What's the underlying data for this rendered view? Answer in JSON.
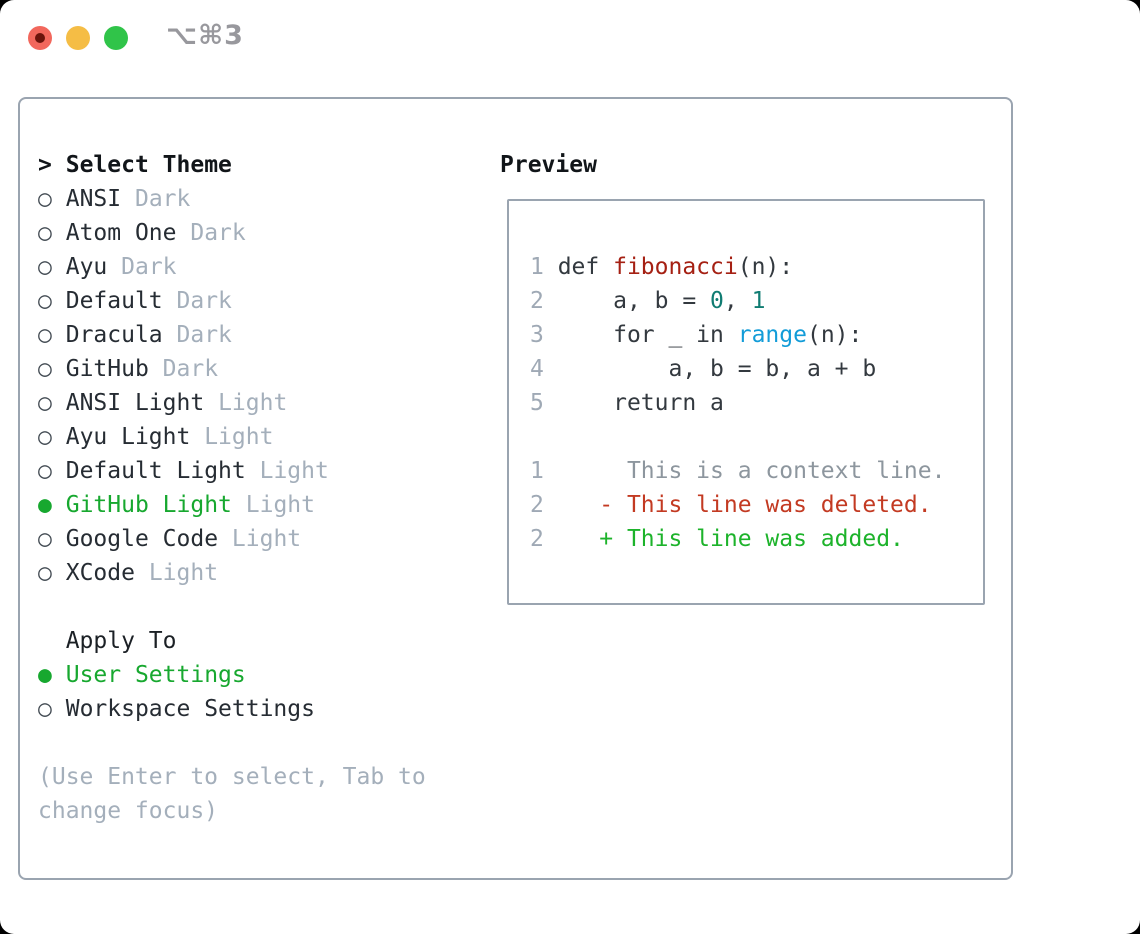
{
  "window": {
    "title": "⌥⌘3"
  },
  "markers": {
    "prompt": ">",
    "unselected": "○",
    "selected": "●"
  },
  "theme_picker": {
    "title": "Select Theme",
    "items": [
      {
        "name": "ANSI",
        "tag": "Dark",
        "selected": false
      },
      {
        "name": "Atom One",
        "tag": "Dark",
        "selected": false
      },
      {
        "name": "Ayu",
        "tag": "Dark",
        "selected": false
      },
      {
        "name": "Default",
        "tag": "Dark",
        "selected": false
      },
      {
        "name": "Dracula",
        "tag": "Dark",
        "selected": false
      },
      {
        "name": "GitHub",
        "tag": "Dark",
        "selected": false
      },
      {
        "name": "ANSI Light",
        "tag": "Light",
        "selected": false
      },
      {
        "name": "Ayu Light",
        "tag": "Light",
        "selected": false
      },
      {
        "name": "Default Light",
        "tag": "Light",
        "selected": false
      },
      {
        "name": "GitHub Light",
        "tag": "Light",
        "selected": true
      },
      {
        "name": "Google Code",
        "tag": "Light",
        "selected": false
      },
      {
        "name": "XCode",
        "tag": "Light",
        "selected": false
      }
    ],
    "apply_to": {
      "title": "Apply To",
      "options": [
        {
          "name": "User Settings",
          "selected": true
        },
        {
          "name": "Workspace Settings",
          "selected": false
        }
      ]
    },
    "hint_lines": [
      "(Use Enter to select, Tab to",
      "change focus)"
    ]
  },
  "preview": {
    "title": "Preview",
    "code_lines": [
      {
        "num": "1",
        "tokens": [
          [
            "def ",
            "kw"
          ],
          [
            "fibonacci",
            "fn"
          ],
          [
            "(n):",
            "pl"
          ]
        ]
      },
      {
        "num": "2",
        "tokens": [
          [
            "    a, b = ",
            "pl"
          ],
          [
            "0",
            "nu"
          ],
          [
            ", ",
            "pl"
          ],
          [
            "1",
            "nu"
          ]
        ]
      },
      {
        "num": "3",
        "tokens": [
          [
            "    for _ in ",
            "pl"
          ],
          [
            "range",
            "bi"
          ],
          [
            "(n):",
            "pl"
          ]
        ]
      },
      {
        "num": "4",
        "tokens": [
          [
            "        a, b = b, a + b",
            "pl"
          ]
        ]
      },
      {
        "num": "5",
        "tokens": [
          [
            "    return a",
            "pl"
          ]
        ]
      }
    ],
    "diff_lines": [
      {
        "num": "1",
        "tokens": [
          [
            "     This is a context line.",
            "ctx"
          ]
        ]
      },
      {
        "num": "2",
        "tokens": [
          [
            "   - This line was deleted.",
            "del"
          ]
        ]
      },
      {
        "num": "2",
        "tokens": [
          [
            "   + This line was added.",
            "add"
          ]
        ]
      }
    ]
  },
  "colors": {
    "accent_green": "#17a82f",
    "diff_add": "#1db32b",
    "diff_del": "#c33a22",
    "syntax_function": "#a52013",
    "syntax_number": "#107c72",
    "syntax_builtin": "#129cd8",
    "muted_gray": "#a4afbb",
    "border_gray": "#9aa4b0"
  }
}
